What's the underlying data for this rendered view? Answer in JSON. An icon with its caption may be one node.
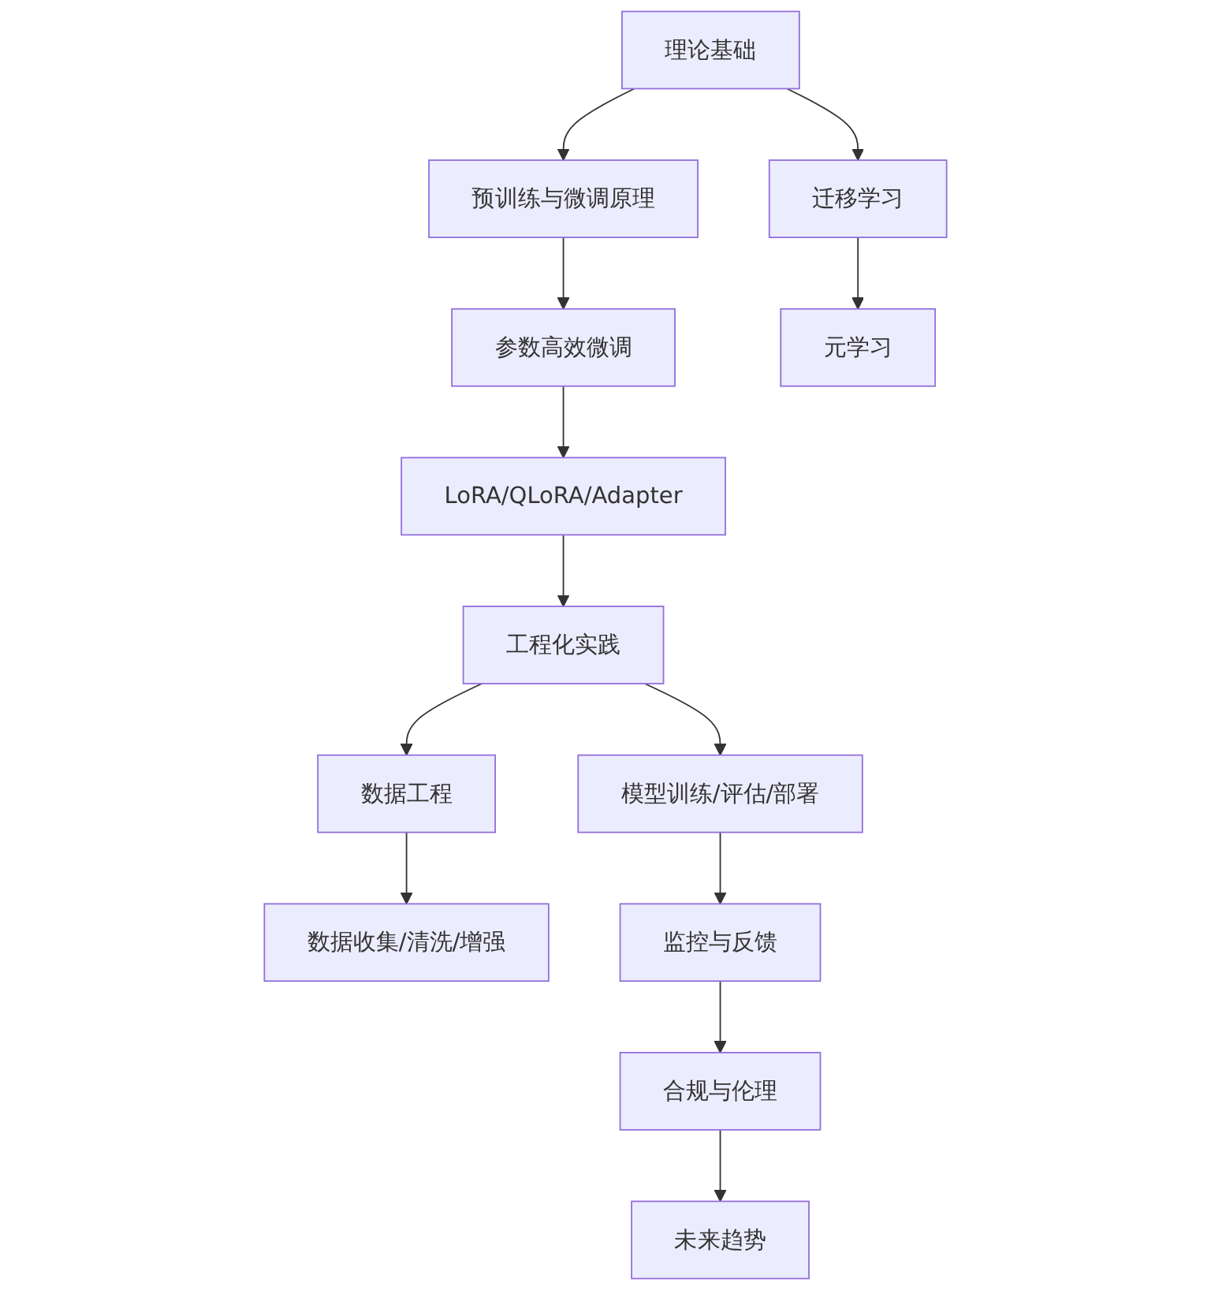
{
  "diagram": {
    "nodes": [
      {
        "text": [
          "理论基础"
        ]
      },
      {
        "text": [
          "预训练与微调原理"
        ]
      },
      {
        "text": [
          "迁移学习"
        ]
      },
      {
        "text": [
          "参数高效微调"
        ]
      },
      {
        "text": [
          "元学习"
        ]
      },
      {
        "text": [
          "LoRA/QLoRA/Adapter"
        ]
      },
      {
        "text": [
          "工程化实践"
        ]
      },
      {
        "text": [
          "数据工程"
        ]
      },
      {
        "text": [
          "模型训练/评估/部署"
        ]
      },
      {
        "text": [
          "数据收集/清洗/增强"
        ]
      },
      {
        "text": [
          "监控与反馈"
        ]
      },
      {
        "text": [
          "合规与伦理"
        ]
      },
      {
        "text": [
          "未来趋势"
        ]
      }
    ],
    "edges": [
      {
        "from": 0,
        "to": 1,
        "arrow": "to"
      },
      {
        "from": 0,
        "to": 2,
        "arrow": "to"
      },
      {
        "from": 1,
        "to": 3,
        "arrow": "to"
      },
      {
        "from": 2,
        "to": 4,
        "arrow": "to"
      },
      {
        "from": 3,
        "to": 5,
        "arrow": "to"
      },
      {
        "from": 5,
        "to": 6,
        "arrow": "to"
      },
      {
        "from": 6,
        "to": 7,
        "arrow": "to"
      },
      {
        "from": 6,
        "to": 8,
        "arrow": "to"
      },
      {
        "from": 7,
        "to": 9,
        "arrow": "to"
      },
      {
        "from": 8,
        "to": 10,
        "arrow": "to"
      },
      {
        "from": 10,
        "to": 11,
        "arrow": "to"
      },
      {
        "from": 11,
        "to": 12,
        "arrow": "to"
      }
    ]
  }
}
